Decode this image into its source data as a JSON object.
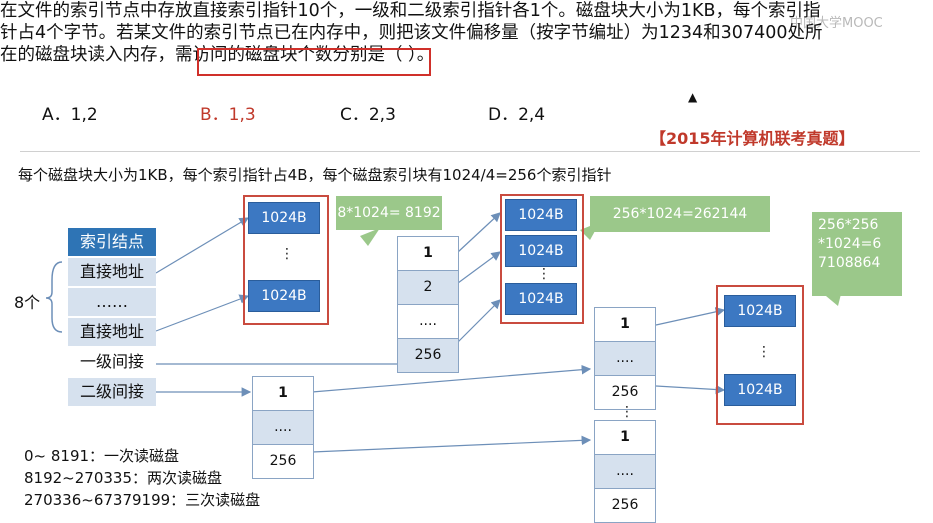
{
  "watermark": "中国大学MOOC",
  "question": {
    "line1": "在文件的索引节点中存放直接索引指针10个，一级和二级索引指针各1个。磁盘块大小为1KB，每个索引指",
    "line2_pre": "针占4个字节。若某",
    "line2_hl": "文件的索引节点已在内存中",
    "line2_post": "，则把该文件偏移量（按字节编址）为1234和307400处所",
    "line3": "在的磁盘块读入内存，需访问的磁盘块个数分别是（      ）。",
    "options": [
      "A．1,2",
      "B．1,3",
      "C．2,3",
      "D．2,4"
    ],
    "source": "【2015年计算机联考真题】"
  },
  "intro": "每个磁盘块大小为1KB，每个索引指针占4B，每个磁盘索引块有1024/4=256个索引指针",
  "inode": {
    "title": "索引结点",
    "rows": [
      "直接地址",
      "……",
      "直接地址",
      "一级间接",
      "二级间接"
    ],
    "brace_label": "8个"
  },
  "direct_blocks": [
    "1024B",
    "1024B"
  ],
  "callouts": {
    "direct": "8*1024= 8192",
    "single": "256*1024=262144",
    "double": "256*256\n*1024=6\n7108864"
  },
  "single_index": [
    "1",
    "2",
    "....",
    "256"
  ],
  "single_blocks": [
    "1024B",
    "1024B",
    "1024B"
  ],
  "double_index": [
    "1",
    "....",
    "256"
  ],
  "second_level_a": [
    "1",
    "....",
    "256"
  ],
  "second_level_b": [
    "1",
    "....",
    "256"
  ],
  "double_blocks": [
    "1024B",
    "1024B"
  ],
  "ellipsis": "⋮",
  "ranges": [
    "0~ 8191：一次读磁盘",
    "8192~270335：两次读磁盘",
    "270336~67379199：三次读磁盘"
  ]
}
